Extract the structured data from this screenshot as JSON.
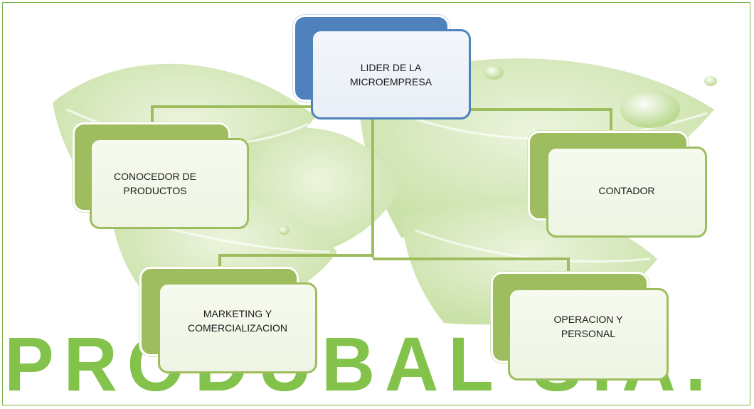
{
  "diagram": {
    "root": {
      "label": "LIDER DE LA\nMICROEMPRESA"
    },
    "nodes": [
      {
        "id": "conocedor",
        "label": "CONOCEDOR DE\nPRODUCTOS"
      },
      {
        "id": "contador",
        "label": "CONTADOR"
      },
      {
        "id": "marketing",
        "label": "MARKETING Y\nCOMERCIALIZACION"
      },
      {
        "id": "operacion",
        "label": "OPERACION Y\nPERSONAL"
      }
    ],
    "watermark": "PRODUBAL S.A."
  },
  "colors": {
    "root_accent": "#4f81bd",
    "node_accent": "#9dbd5e",
    "connector": "#9dbd5e",
    "watermark": "#7dc042",
    "leaf_background": "#cfe3a8",
    "border": "#7ab24a"
  }
}
